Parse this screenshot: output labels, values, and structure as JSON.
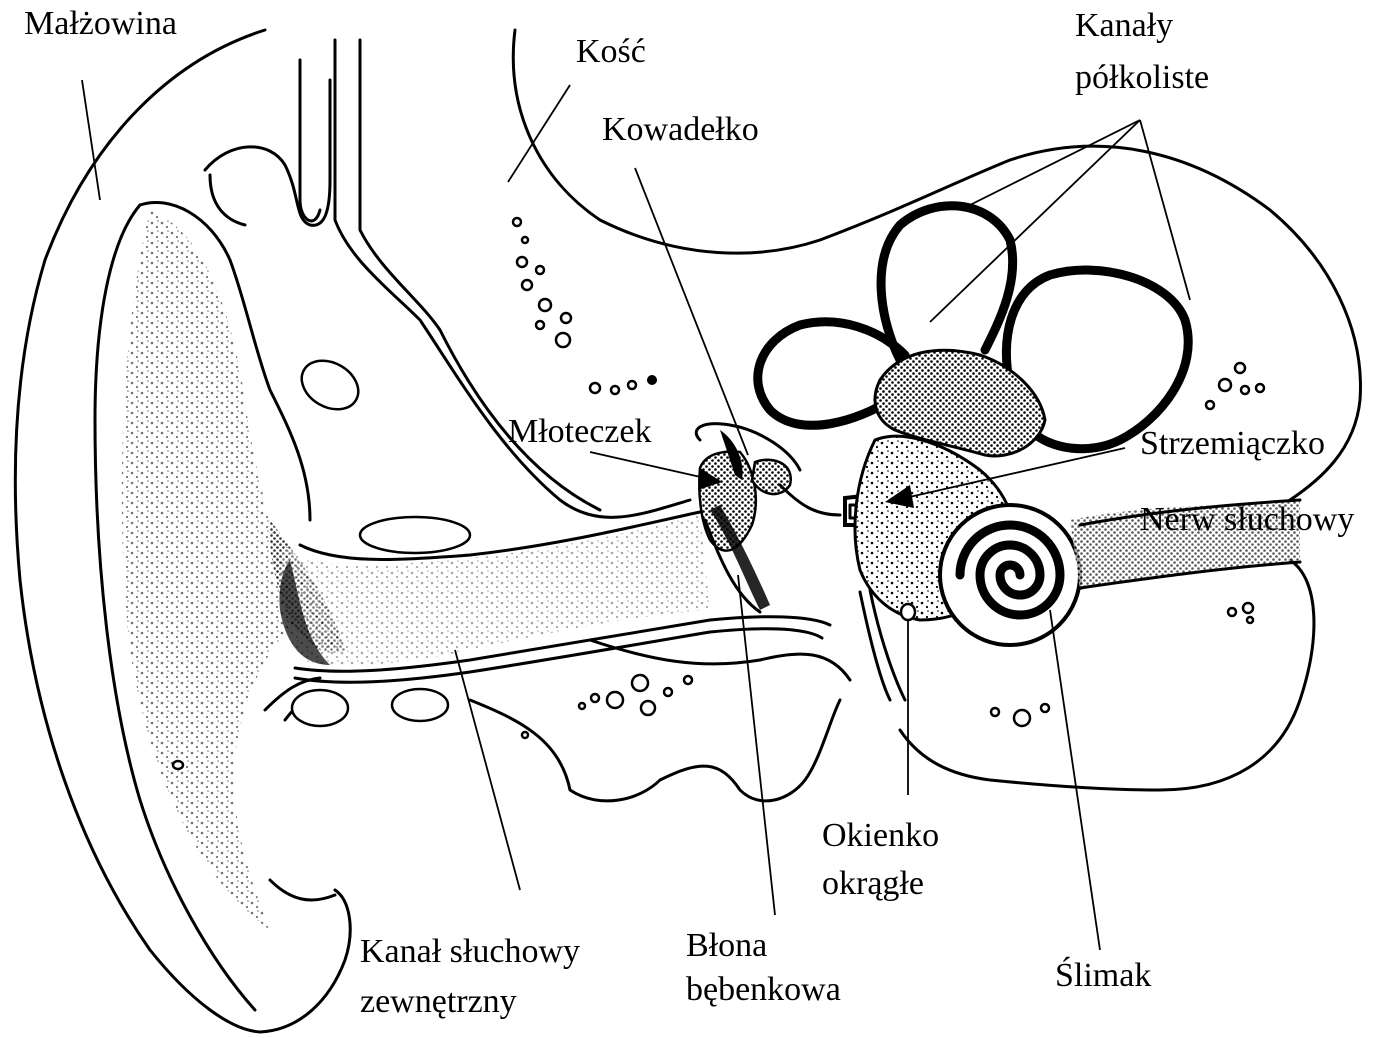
{
  "labels": {
    "malzowina": "Małżowina",
    "kosc": "Kość",
    "kanaly_line1": "Kanały",
    "kanaly_line2": "półkoliste",
    "kowadelko": "Kowadełko",
    "mloteczek": "Młoteczek",
    "strzemiaczko": "Strzemiączko",
    "nerw": "Nerw słuchowy",
    "kanal_line1": "Kanał słuchowy",
    "kanal_line2": "zewnętrzny",
    "blona_line1": "Błona",
    "blona_line2": "bębenkowa",
    "okienko_line1": "Okienko",
    "okienko_line2": "okrągłe",
    "slimak": "Ślimak"
  },
  "colors": {
    "ink": "#000000",
    "background": "#ffffff"
  }
}
